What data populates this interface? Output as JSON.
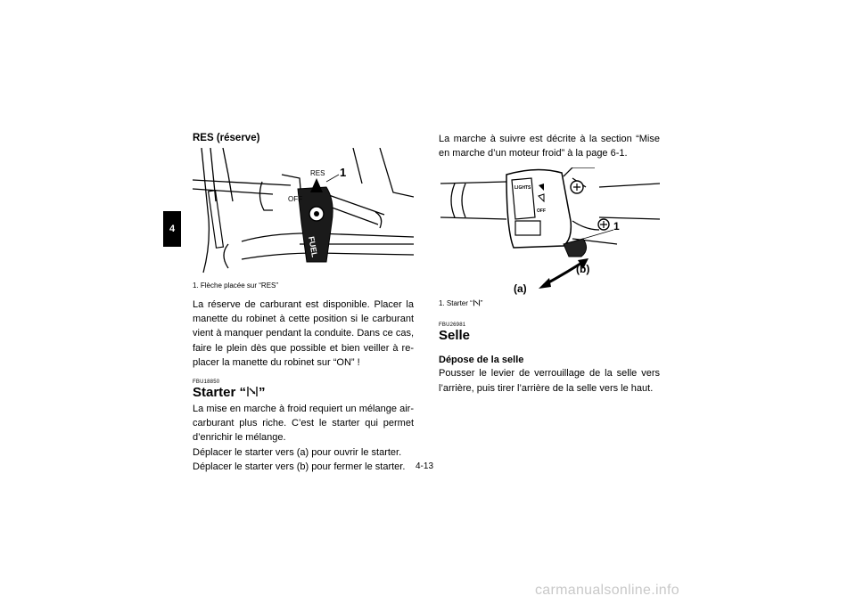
{
  "side_tab": "4",
  "left": {
    "heading": "RES (réserve)",
    "figure": {
      "labels": {
        "res": "RES",
        "off": "OFF",
        "fuel": "FUEL",
        "callout": "1"
      }
    },
    "caption": "1. Flèche placée sur “RES”",
    "paragraph": "La réserve de carburant est disponible. Placer la manette du robinet à cette position si le carburant vient à manquer pendant la conduite. Dans ce cas, faire le plein dès que possible et bien veiller à re- placer la manette du robinet sur “ON” !",
    "code": "FBU18850",
    "section_title_prefix": "Starter “",
    "section_title_suffix": "”",
    "starter_paragraphs": [
      "La mise en marche à froid requiert un mélange air-carburant plus riche. C’est le starter qui permet d’enrichir le mélange.",
      "Déplacer le starter vers (a) pour ouvrir le starter.",
      "Déplacer le starter vers (b) pour fermer le starter."
    ]
  },
  "right": {
    "intro": "La marche à suivre est décrite à la section “Mise en marche d’un moteur froid” à la page 6-1.",
    "figure": {
      "labels": {
        "lights": "LIGHTS",
        "off": "OFF",
        "callout": "1",
        "a": "(a)",
        "b": "(b)"
      }
    },
    "caption_prefix": "1. Starter “",
    "caption_suffix": "”",
    "code": "FBU26981",
    "section_title": "Selle",
    "subheading": "Dépose de la selle",
    "paragraph": "Pousser le levier de verrouillage de la selle vers l’arrière, puis tirer l’arrière de la selle vers le haut."
  },
  "page_number": "4-13",
  "watermark": "carmanualsonline.info"
}
